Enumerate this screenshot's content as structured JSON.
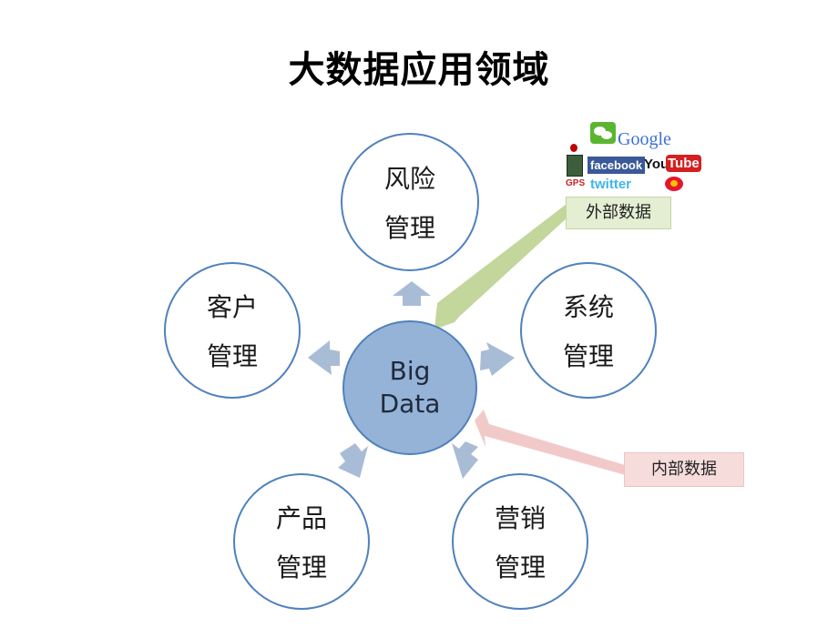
{
  "title": "大数据应用领域",
  "center": {
    "line1": "Big",
    "line2": "Data"
  },
  "nodes": [
    {
      "id": "risk",
      "line1": "风险",
      "line2": "管理"
    },
    {
      "id": "system",
      "line1": "系统",
      "line2": "管理"
    },
    {
      "id": "marketing",
      "line1": "营销",
      "line2": "管理"
    },
    {
      "id": "product",
      "line1": "产品",
      "line2": "管理"
    },
    {
      "id": "customer",
      "line1": "客户",
      "line2": "管理"
    }
  ],
  "external_label": "外部数据",
  "internal_label": "内部数据",
  "logos": {
    "google": "Google",
    "facebook": "facebook",
    "you": "You",
    "tube": "Tube",
    "twitter": "twitter",
    "gps": "GPS"
  },
  "colors": {
    "center_fill": "#95b3d7",
    "circle_border": "#4f81bd",
    "small_arrow": "#a9bcd6",
    "external_arrow": "#c3d69b",
    "internal_arrow": "#f2c9c9"
  }
}
